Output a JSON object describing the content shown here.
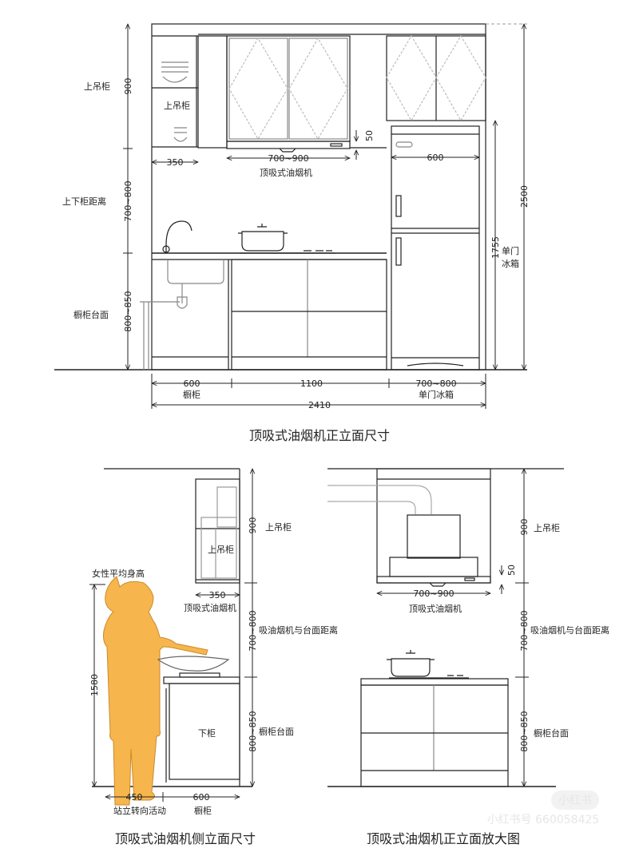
{
  "colors": {
    "line": "#222222",
    "light_line": "#9a9a9a",
    "figure_fill": "#f7b64d",
    "figure_stroke": "#c98a2a",
    "watermark": "#e6e6e6"
  },
  "front_view": {
    "caption": "顶吸式油烟机正立面尺寸",
    "labels": {
      "upper_cabinet_left": "上吊柜",
      "upper_cabinet_inner": "上吊柜",
      "cabinet_gap": "上下柜距离",
      "counter": "橱柜台面",
      "hood": "顶吸式油烟机",
      "fridge": "单门",
      "fridge2": "冰箱"
    },
    "dimensions": {
      "upper_height": "900",
      "gap_height": "700~800",
      "counter_height": "800~850",
      "upper_depth": "350",
      "hood_width": "700~900",
      "hood_offset": "50",
      "fridge_width": "600",
      "fridge_height": "1755",
      "total_height": "2500",
      "sink_cabinet_width": "600",
      "middle_width": "1100",
      "fridge_space_width": "700~800",
      "total_width": "2410"
    },
    "bottom_labels": {
      "sink_cabinet": "橱柜",
      "fridge_space": "单门冰箱"
    }
  },
  "side_view": {
    "caption": "顶吸式油烟机侧立面尺寸",
    "labels": {
      "upper_cabinet_right": "上吊柜",
      "upper_cabinet_inner": "上吊柜",
      "woman_height": "女性平均身高",
      "hood": "顶吸式油烟机",
      "hood_distance": "吸油烟机与台面距离",
      "counter": "橱柜台面",
      "lower_cabinet": "下柜",
      "standing": "站立转向活动",
      "cabinet": "橱柜"
    },
    "dimensions": {
      "upper_height": "900",
      "hood_depth": "350",
      "hood_gap": "700~800",
      "counter_height": "800~850",
      "woman_height": "1580",
      "standing_space": "450",
      "cabinet_depth": "600"
    }
  },
  "enlarged_view": {
    "caption": "顶吸式油烟机正立面放大图",
    "labels": {
      "upper_cabinet": "上吊柜",
      "hood": "顶吸式油烟机",
      "hood_distance": "吸油烟机与台面距离",
      "counter": "橱柜台面"
    },
    "dimensions": {
      "upper_height": "900",
      "hood_offset": "50",
      "hood_width": "700~900",
      "hood_gap": "700~800",
      "counter_height": "800~850"
    }
  },
  "watermark": {
    "badge": "小红书",
    "text": "小红书号 660058425"
  }
}
